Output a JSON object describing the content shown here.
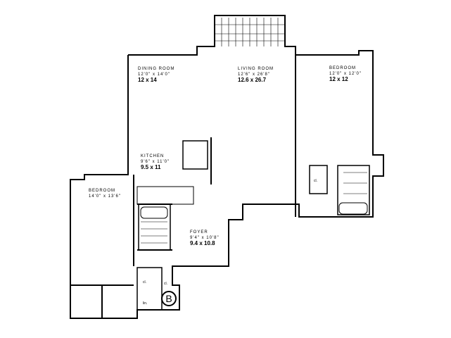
{
  "rooms": {
    "dining": {
      "name": "DINING ROOM",
      "dims": "12'0\" x 14'0\"",
      "approx": "12 x 14"
    },
    "living": {
      "name": "LIVING ROOM",
      "dims": "12'6\" x 26'8\"",
      "approx": "12.6 x 26.7"
    },
    "bedroom_right": {
      "name": "BEDROOM",
      "dims": "12'0\" x 12'0\"",
      "approx": "12 x 12"
    },
    "kitchen": {
      "name": "KITCHEN",
      "dims": "9'6\" x 11'0\"",
      "approx": "9.5 x 11"
    },
    "bedroom_left": {
      "name": "BEDROOM",
      "dims": "14'0\" x 13'6\""
    },
    "foyer": {
      "name": "FOYER",
      "dims": "9'4\" x 10'8\"",
      "approx": "9.4 x 10.8"
    }
  },
  "closets": {
    "cl1": "cl.",
    "cl2": "cl.",
    "cl3": "cl.",
    "lin": "lin."
  },
  "unit_letter": "B"
}
